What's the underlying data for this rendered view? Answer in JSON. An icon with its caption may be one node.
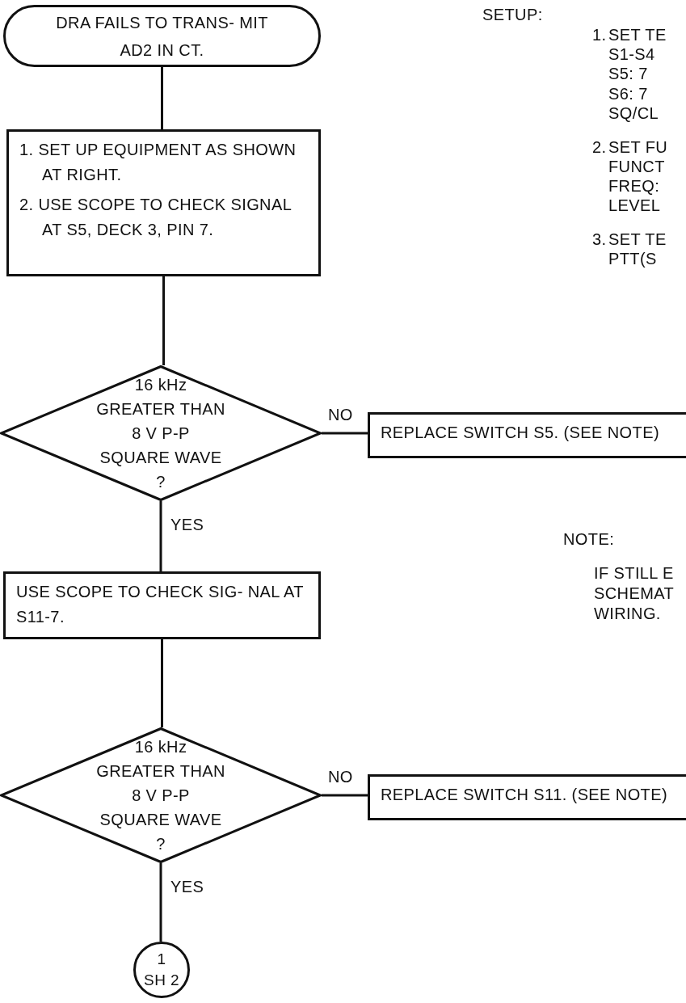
{
  "diagram": {
    "nodes": [
      {
        "text": [
          "DRA FAILS TO TRANS- MIT AD2 IN CT."
        ]
      },
      {
        "text": [
          "1. SET UP EQUIPMENT AS SHOWN AT RIGHT.",
          "2. USE SCOPE TO CHECK SIGNAL AT S5, DECK 3, PIN 7."
        ]
      },
      {
        "text": [
          "16 kHz",
          "GREATER THAN",
          "8 V P-P",
          "SQUARE WAVE",
          "?"
        ]
      },
      {
        "text": [
          "REPLACE SWITCH S5. (SEE NOTE)"
        ]
      },
      {
        "text": [
          "USE SCOPE TO CHECK SIG- NAL AT S11-7."
        ]
      },
      {
        "text": [
          "16 kHz",
          "GREATER THAN",
          "8 V P-P",
          "SQUARE WAVE",
          "?"
        ]
      },
      {
        "text": [
          "REPLACE SWITCH S11. (SEE NOTE)"
        ]
      },
      {
        "text": [
          "1",
          "SH 2"
        ]
      }
    ],
    "edges": [
      {
        "from": 0,
        "to": 1,
        "arrow": "none"
      },
      {
        "from": 1,
        "to": 2,
        "arrow": "none"
      },
      {
        "from": 2,
        "to": 3,
        "arrow": "none",
        "label": "NO"
      },
      {
        "from": 2,
        "to": 4,
        "arrow": "none",
        "label": "YES"
      },
      {
        "from": 4,
        "to": 5,
        "arrow": "none"
      },
      {
        "from": 5,
        "to": 6,
        "arrow": "none",
        "label": "NO"
      },
      {
        "from": 5,
        "to": 7,
        "arrow": "none",
        "label": "YES"
      }
    ],
    "labels": [
      "SETUP:",
      "1.",
      "SET TE",
      "S1-S4",
      "S5: 7",
      "S6: 7",
      "SQ/CL",
      "2.",
      "SET FU",
      "FUNCT",
      "FREQ:",
      "LEVEL",
      "3.",
      "SET TE",
      "PTT(S",
      "NOTE:",
      "IF STILL E",
      "SCHEMAT",
      "WIRING."
    ]
  }
}
